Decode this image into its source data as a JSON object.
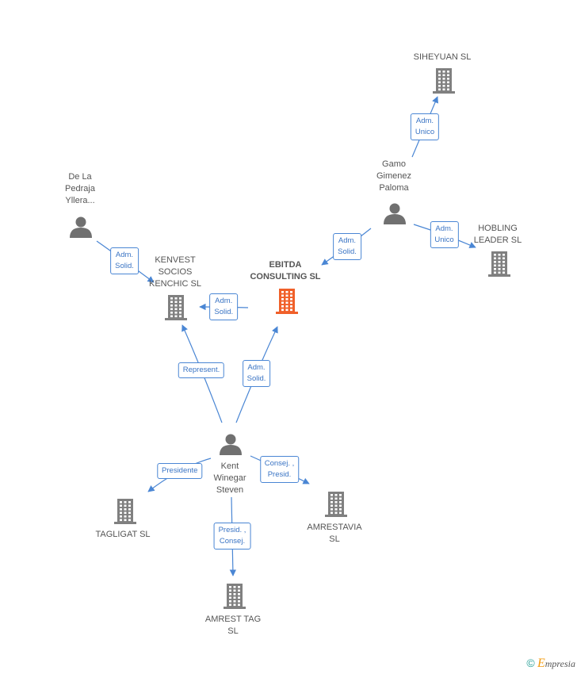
{
  "colors": {
    "edge": "#4a86d4",
    "building": "#808080",
    "main_building": "#f0602a",
    "person": "#707070"
  },
  "nodes": [
    {
      "id": "ebitda",
      "type": "company",
      "main": true,
      "label": "EBITDA\nCONSULTING SL"
    },
    {
      "id": "siheyuan",
      "type": "company",
      "label": "SIHEYUAN SL"
    },
    {
      "id": "gamo",
      "type": "person",
      "label": "Gamo\nGimenez\nPaloma"
    },
    {
      "id": "hobling",
      "type": "company",
      "label": "HOBLING\nLEADER  SL"
    },
    {
      "id": "delapedraja",
      "type": "person",
      "label": "De La\nPedraja\nYllera..."
    },
    {
      "id": "kenvest",
      "type": "company",
      "label": "KENVEST\nSOCIOS\nKENCHIC SL"
    },
    {
      "id": "kent",
      "type": "person",
      "label": "Kent\nWinegar\nSteven"
    },
    {
      "id": "tagligat",
      "type": "company",
      "label": "TAGLIGAT SL"
    },
    {
      "id": "amrestavia",
      "type": "company",
      "label": "AMRESTAVIA\nSL"
    },
    {
      "id": "amresttag",
      "type": "company",
      "label": "AMREST TAG\nSL"
    }
  ],
  "edges": [
    {
      "from": "gamo",
      "to": "siheyuan",
      "label": "Adm.\nUnico"
    },
    {
      "from": "gamo",
      "to": "hobling",
      "label": "Adm.\nUnico"
    },
    {
      "from": "gamo",
      "to": "ebitda",
      "label": "Adm.\nSolid."
    },
    {
      "from": "delapedraja",
      "to": "kenvest",
      "label": "Adm.\nSolid."
    },
    {
      "from": "ebitda",
      "to": "kenvest",
      "label": "Adm.\nSolid."
    },
    {
      "from": "kent",
      "to": "kenvest",
      "label": "Represent."
    },
    {
      "from": "kent",
      "to": "ebitda",
      "label": "Adm.\nSolid."
    },
    {
      "from": "kent",
      "to": "tagligat",
      "label": "Presidente"
    },
    {
      "from": "kent",
      "to": "amrestavia",
      "label": "Consej. ,\nPresid."
    },
    {
      "from": "kent",
      "to": "amresttag",
      "label": "Presid. ,\nConsej."
    }
  ],
  "footer": {
    "copyright": "©",
    "brand_first": "E",
    "brand_rest": "mpresia"
  }
}
